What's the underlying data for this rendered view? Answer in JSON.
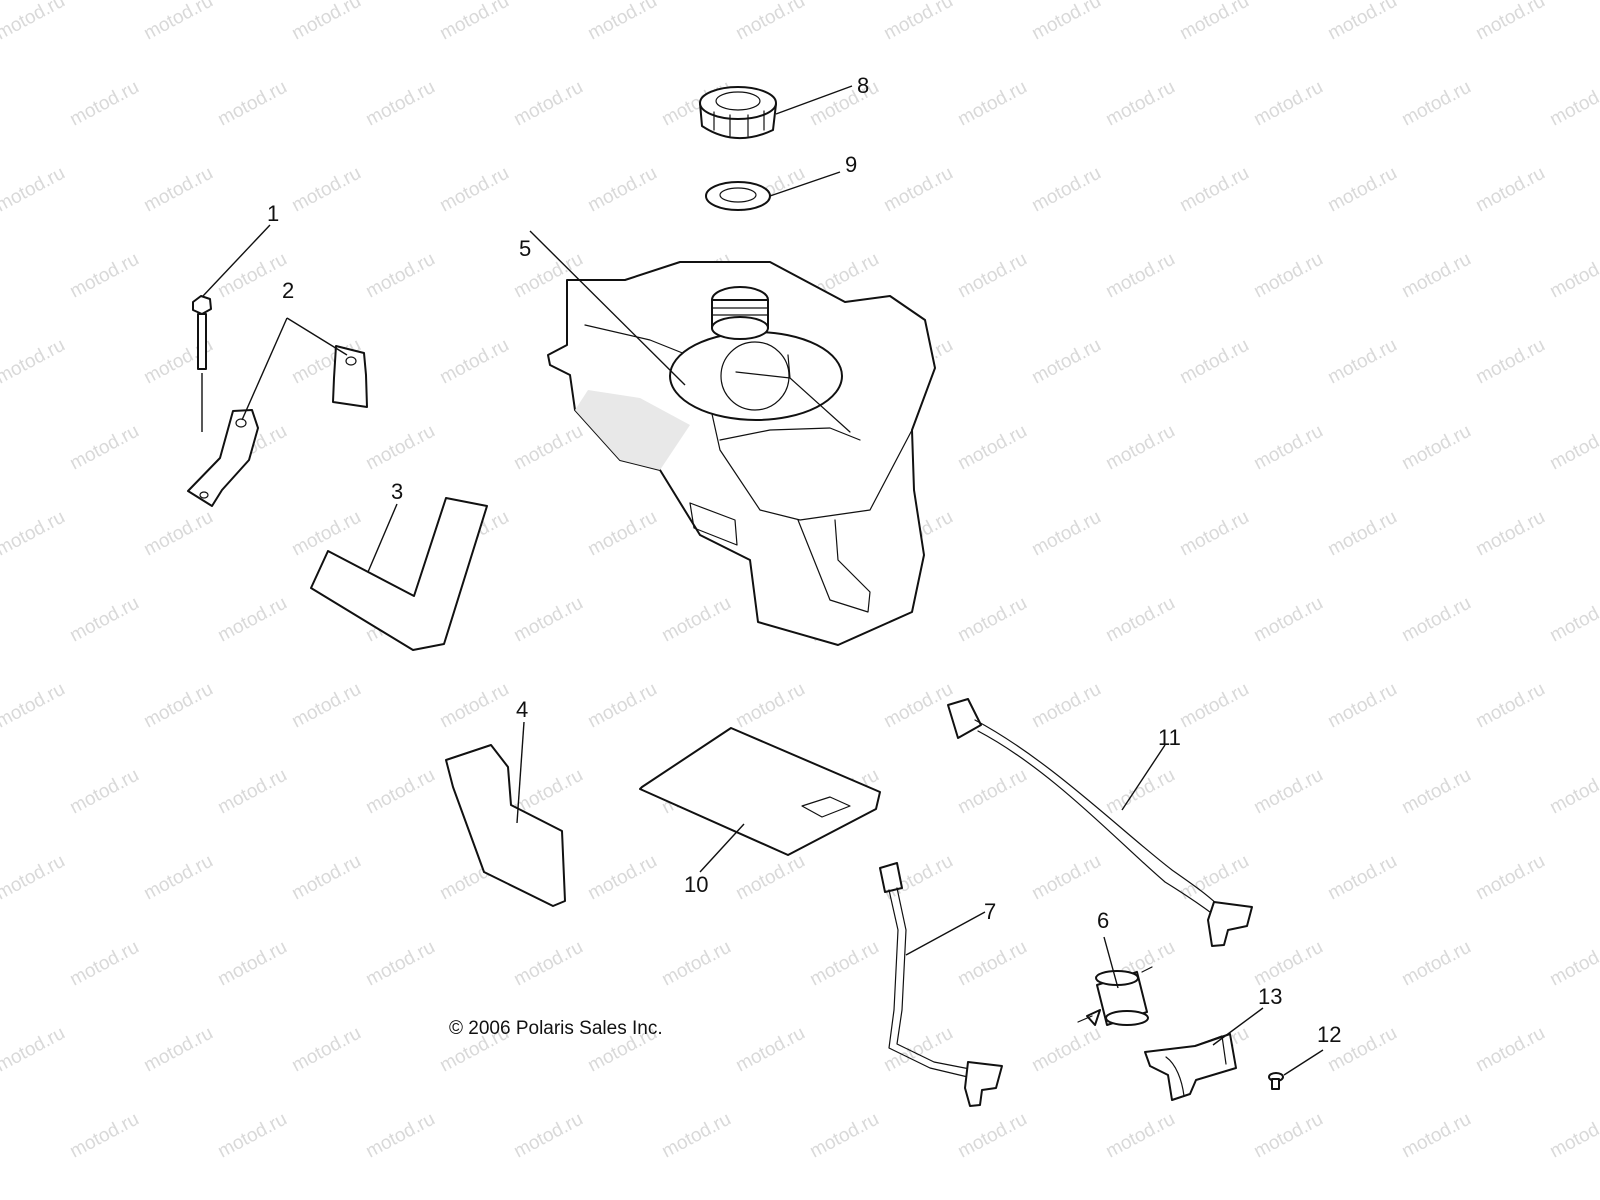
{
  "watermark": "motod.ru",
  "callouts": [
    "1",
    "2",
    "3",
    "4",
    "5",
    "6",
    "7",
    "8",
    "9",
    "10",
    "11",
    "12",
    "13"
  ],
  "copyright": "© 2006 Polaris Sales Inc."
}
